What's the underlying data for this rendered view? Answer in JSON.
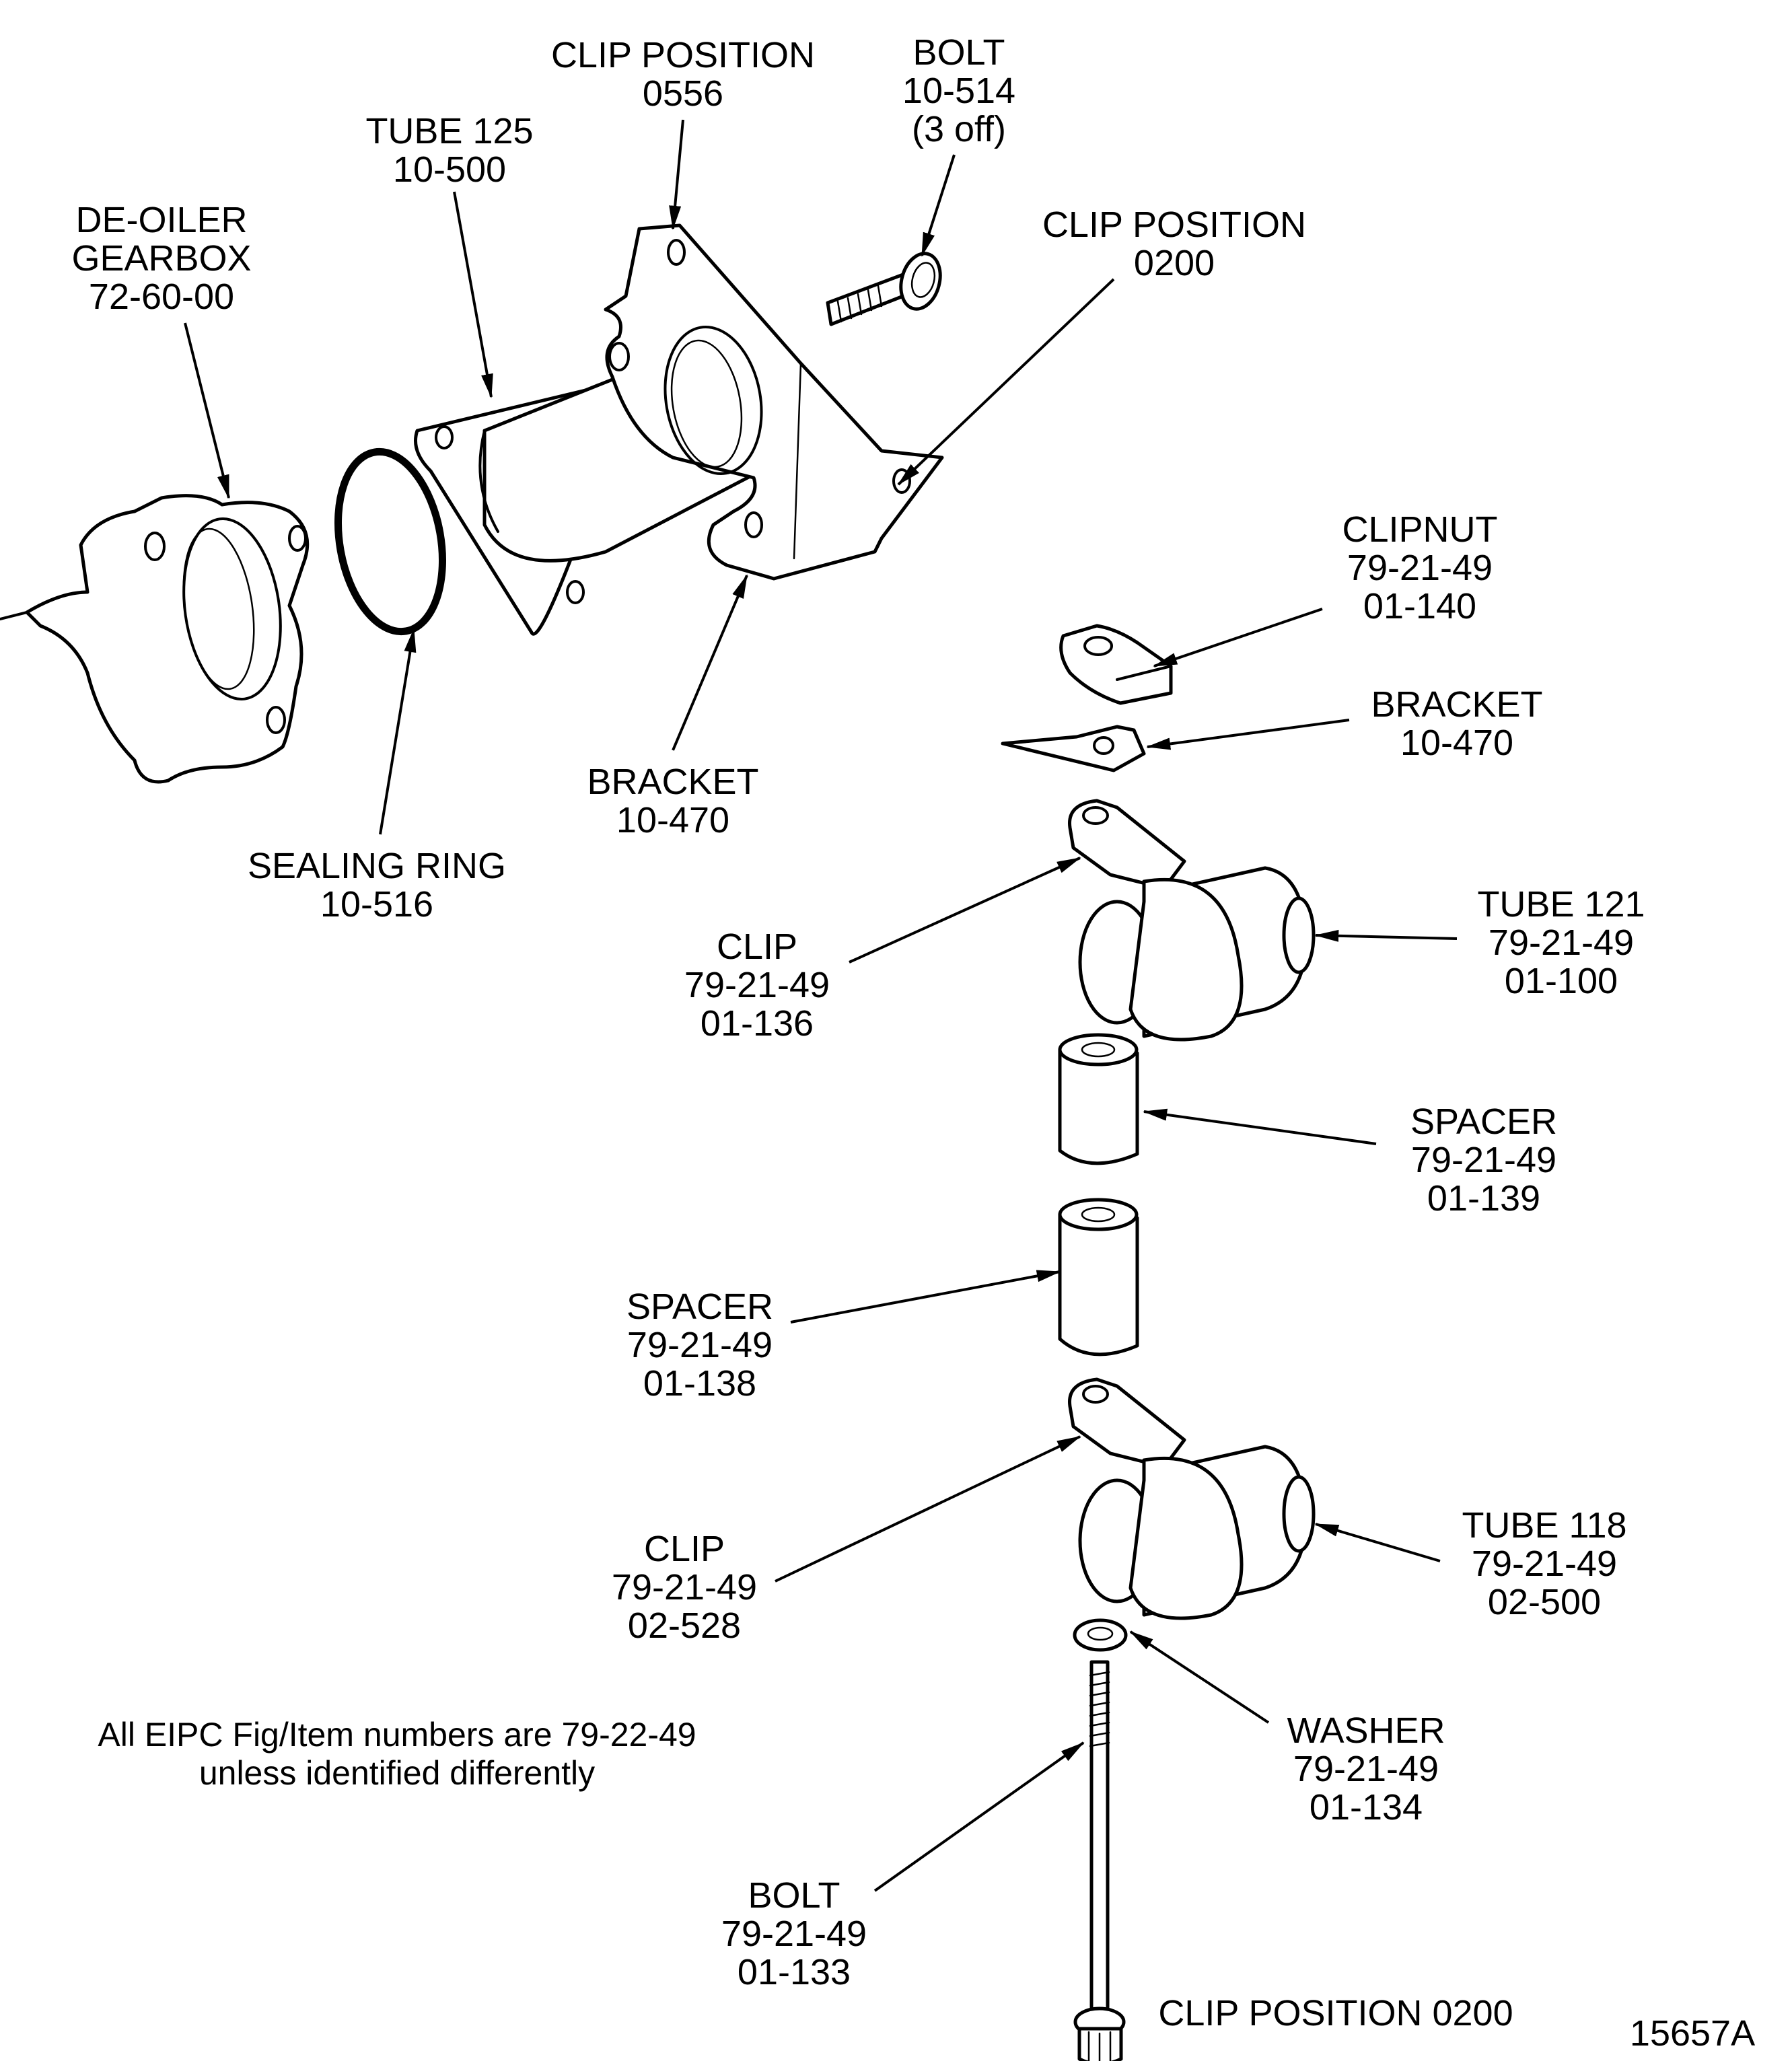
{
  "figure_id": "15657A",
  "note": {
    "line1": "All EIPC Fig/Item numbers are 79-22-49",
    "line2": "unless identified differently"
  },
  "callouts": [
    {
      "id": "de-oiler-gearbox",
      "lines": [
        "DE-OILER",
        "GEARBOX",
        "72-60-00"
      ]
    },
    {
      "id": "tube-125",
      "lines": [
        "TUBE 125",
        "10-500"
      ]
    },
    {
      "id": "clip-position-0556",
      "lines": [
        "CLIP POSITION",
        "0556"
      ]
    },
    {
      "id": "bolt-10-514",
      "lines": [
        "BOLT",
        "10-514",
        "(3 off)"
      ]
    },
    {
      "id": "clip-position-0200-top",
      "lines": [
        "CLIP POSITION",
        "0200"
      ]
    },
    {
      "id": "sealing-ring",
      "lines": [
        "SEALING RING",
        "10-516"
      ]
    },
    {
      "id": "bracket-lower-left",
      "lines": [
        "BRACKET",
        "10-470"
      ]
    },
    {
      "id": "clipnut",
      "lines": [
        "CLIPNUT",
        "79-21-49",
        "01-140"
      ]
    },
    {
      "id": "bracket-right",
      "lines": [
        "BRACKET",
        "10-470"
      ]
    },
    {
      "id": "tube-121",
      "lines": [
        "TUBE 121",
        "79-21-49",
        "01-100"
      ]
    },
    {
      "id": "clip-01-136",
      "lines": [
        "CLIP",
        "79-21-49",
        "01-136"
      ]
    },
    {
      "id": "spacer-01-139",
      "lines": [
        "SPACER",
        "79-21-49",
        "01-139"
      ]
    },
    {
      "id": "spacer-01-138",
      "lines": [
        "SPACER",
        "79-21-49",
        "01-138"
      ]
    },
    {
      "id": "clip-02-528",
      "lines": [
        "CLIP",
        "79-21-49",
        "02-528"
      ]
    },
    {
      "id": "tube-118",
      "lines": [
        "TUBE 118",
        "79-21-49",
        "02-500"
      ]
    },
    {
      "id": "washer",
      "lines": [
        "WASHER",
        "79-21-49",
        "01-134"
      ]
    },
    {
      "id": "bolt-01-133",
      "lines": [
        "BOLT",
        "79-21-49",
        "01-133"
      ]
    },
    {
      "id": "clip-position-0200-bottom",
      "lines": [
        "CLIP POSITION 0200"
      ]
    }
  ]
}
